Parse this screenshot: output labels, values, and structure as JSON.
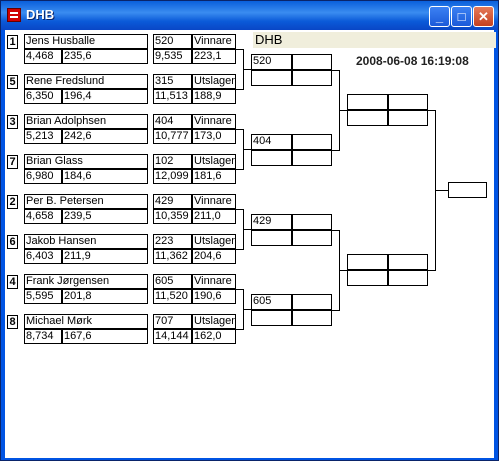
{
  "window": {
    "title": "DHB"
  },
  "header": {
    "title": "DHB",
    "timestamp": "2008-06-08 16:19:08"
  },
  "players": [
    {
      "seed": "1",
      "name": "Jens Husballe",
      "v1": "4,468",
      "v2": "235,6",
      "r1": "520",
      "status": "Vinnare",
      "r2": "9,535",
      "r3": "223,1"
    },
    {
      "seed": "5",
      "name": "Rene Fredslund",
      "v1": "6,350",
      "v2": "196,4",
      "r1": "315",
      "status": "Utslagen",
      "r2": "11,513",
      "r3": "188,9"
    },
    {
      "seed": "3",
      "name": "Brian Adolphsen",
      "v1": "5,213",
      "v2": "242,6",
      "r1": "404",
      "status": "Vinnare",
      "r2": "10,777",
      "r3": "173,0"
    },
    {
      "seed": "7",
      "name": "Brian Glass",
      "v1": "6,980",
      "v2": "184,6",
      "r1": "102",
      "status": "Utslagen",
      "r2": "12,099",
      "r3": "181,6"
    },
    {
      "seed": "2",
      "name": "Per B. Petersen",
      "v1": "4,658",
      "v2": "239,5",
      "r1": "429",
      "status": "Vinnare",
      "r2": "10,359",
      "r3": "211,0"
    },
    {
      "seed": "6",
      "name": "Jakob Hansen",
      "v1": "6,403",
      "v2": "211,9",
      "r1": "223",
      "status": "Utslagen",
      "r2": "11,362",
      "r3": "204,6"
    },
    {
      "seed": "4",
      "name": "Frank Jørgensen",
      "v1": "5,595",
      "v2": "201,8",
      "r1": "605",
      "status": "Vinnare",
      "r2": "11,520",
      "r3": "190,6"
    },
    {
      "seed": "8",
      "name": "Michael Mørk",
      "v1": "8,734",
      "v2": "167,6",
      "r1": "707",
      "status": "Utslagen",
      "r2": "14,144",
      "r3": "162,0"
    }
  ],
  "round2": [
    "520",
    "404",
    "429",
    "605"
  ]
}
